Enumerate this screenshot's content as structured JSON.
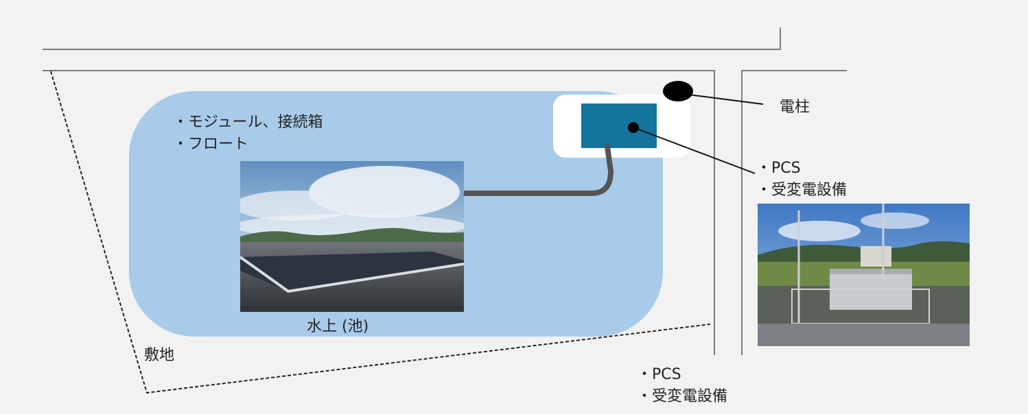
{
  "water_area": {
    "bullets": [
      "・モジュール、接続箱",
      "・フロート"
    ],
    "caption": "水上 (池)",
    "photo_icon": "floating-solar-photo"
  },
  "site_label": "敷地",
  "pole_label": "電柱",
  "equipment_callout": [
    "・PCS",
    "・受変電設備"
  ],
  "equipment_photo_icon": "substation-photo",
  "equipment_bottom": [
    "・PCS",
    "・受変電設備"
  ],
  "colors": {
    "background": "#f2f2f2",
    "water": "#a8cbea",
    "pcs_box": "#14749c",
    "cable": "#555555"
  }
}
